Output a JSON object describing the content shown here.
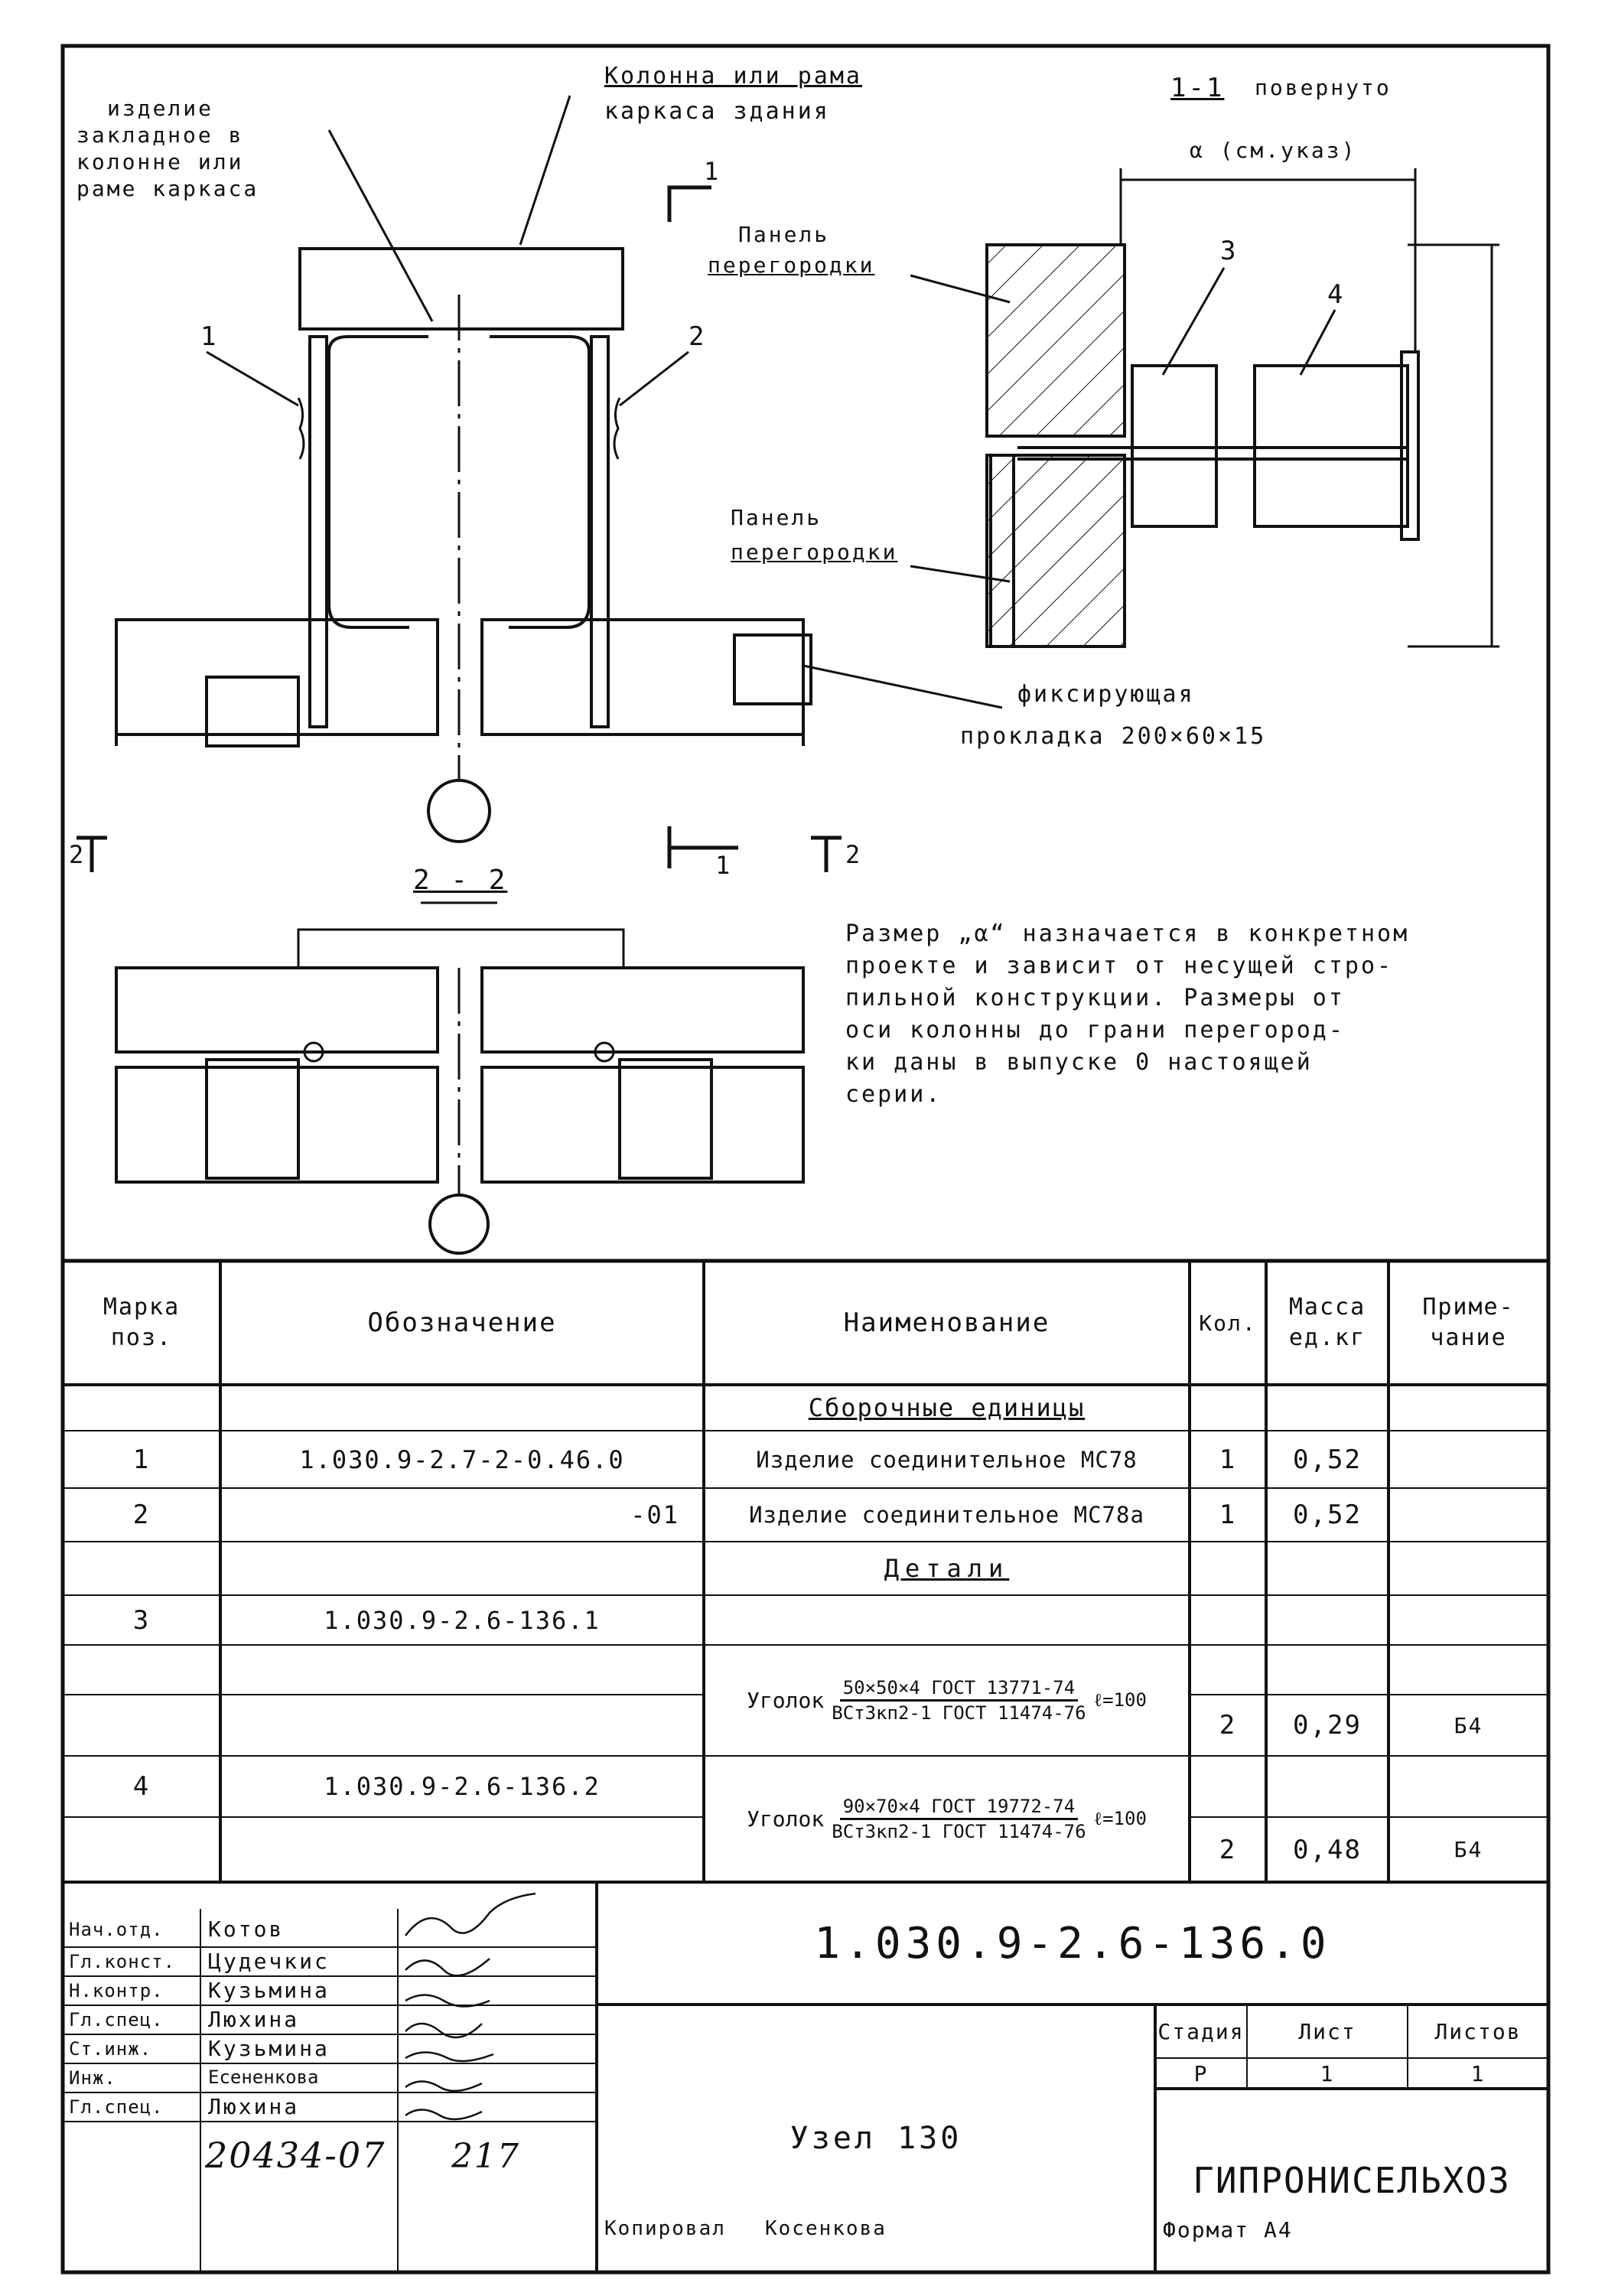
{
  "drawing": {
    "labels": {
      "column_or_frame": "Колонна или рама",
      "building_frame": "каркаса здания",
      "embedded_item_1": "изделие",
      "embedded_item_2": "закладное в",
      "embedded_item_3": "колонне или",
      "embedded_item_4": "раме каркаса",
      "section_1_1": "1-1",
      "rotated": "повернуто",
      "dim_a": "α (см.указ)",
      "partition_panel_1a": "Панель",
      "partition_panel_1b": "перегородки",
      "partition_panel_2a": "Панель",
      "partition_panel_2b": "перегородки",
      "fixing_1": "фиксирующая",
      "fixing_2": "прокладка 200×60×15",
      "section_2_2": "2 - 2",
      "pos_1": "1",
      "pos_2": "2",
      "pos_3": "3",
      "pos_4": "4",
      "cut_1_top": "1",
      "cut_1_bottom": "1",
      "cut_2_left": "2",
      "cut_2_right": "2"
    },
    "note": [
      "Размер „α“ назначается в конкретном",
      "проекте и зависит от несущей стро-",
      "пильной конструкции. Размеры от",
      "оси колонны до грани перегород-",
      "ки даны в выпуске 0 настоящей",
      "серии."
    ]
  },
  "table": {
    "headers": {
      "mark_1": "Марка",
      "mark_2": "поз.",
      "designation": "Обозначение",
      "name": "Наименование",
      "qty": "Кол.",
      "mass_1": "Масса",
      "mass_2": "ед.кг",
      "note_1": "Приме-",
      "note_2": "чание"
    },
    "section_assembly": "Сборочные единицы",
    "section_parts": "Детали",
    "rows": [
      {
        "mark": "1",
        "designation": "1.030.9-2.7-2-0.46.0",
        "name": "Изделие соединительное МС78",
        "qty": "1",
        "mass": "0,52",
        "note": ""
      },
      {
        "mark": "2",
        "designation": "-01",
        "name": "Изделие соединительное МС78а",
        "qty": "1",
        "mass": "0,52",
        "note": ""
      }
    ],
    "parts": [
      {
        "mark": "3",
        "designation": "1.030.9-2.6-136.1",
        "prefix": "Уголок",
        "num": "50×50×4 ГОСТ 13771-74",
        "den": "ВСт3кп2-1 ГОСТ 11474-76",
        "suffix": "ℓ=100",
        "qty": "2",
        "mass": "0,29",
        "note": "Б4"
      },
      {
        "mark": "4",
        "designation": "1.030.9-2.6-136.2",
        "prefix": "Уголок",
        "num": "90×70×4 ГОСТ 19772-74",
        "den": "ВСт3кп2-1 ГОСТ 11474-76",
        "suffix": "ℓ=100",
        "qty": "2",
        "mass": "0,48",
        "note": "Б4"
      }
    ]
  },
  "title_block": {
    "doc_code": "1.030.9-2.6-136.0",
    "title": "Узел 130",
    "stage_label": "Стадия",
    "sheet_label": "Лист",
    "sheets_label": "Листов",
    "stage": "Р",
    "sheet": "1",
    "sheets": "1",
    "organization": "ГИПРОНИСЕЛЬХОЗ",
    "staff": [
      {
        "role": "Нач.отд.",
        "name": "Котов"
      },
      {
        "role": "Гл.конст.",
        "name": "Цудечкис"
      },
      {
        "role": "Н.контр.",
        "name": "Кузьмина"
      },
      {
        "role": "Гл.спец.",
        "name": "Люхина"
      },
      {
        "role": "Ст.инж.",
        "name": "Кузьмина"
      },
      {
        "role": "Инж.",
        "name": "Есененкова"
      },
      {
        "role": "Гл.спец.",
        "name": "Люхина"
      }
    ]
  },
  "footer": {
    "inventory": "20434-07",
    "page_no": "217",
    "copied": "Копировал",
    "copier": "Косенкова",
    "format": "Формат А4"
  }
}
